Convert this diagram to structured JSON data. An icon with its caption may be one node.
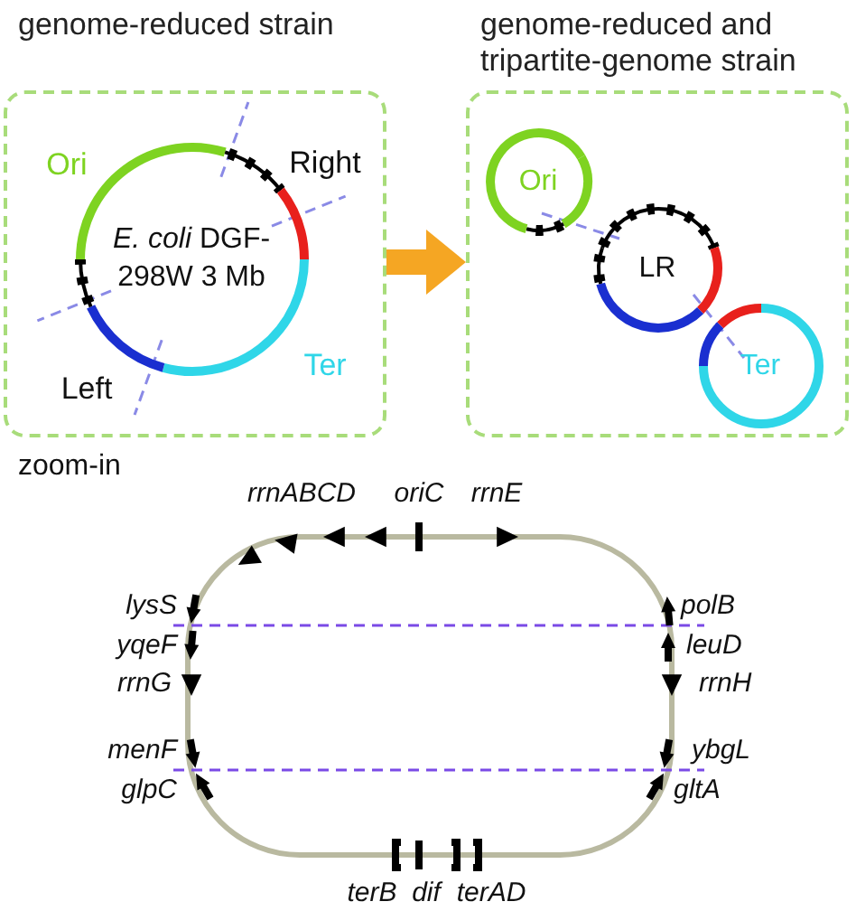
{
  "diagram": {
    "nodes": [
      {
        "text": [
          "genome-reduced strain"
        ]
      },
      {
        "text": [
          "genome-reduced and tripartite-genome strain"
        ]
      },
      {
        "text": [
          "*E. coli* DGF-298W 3 Mb"
        ],
        "in": 0
      },
      {
        "text": [
          "Ori"
        ],
        "in": 1
      },
      {
        "text": [
          "LR"
        ],
        "in": 1
      },
      {
        "text": [
          "Ter"
        ],
        "in": 1
      }
    ],
    "edges": [
      {
        "from": 0,
        "to": 1,
        "arrow": "to"
      }
    ],
    "labels": [
      "Ori",
      "Right",
      "Left",
      "Ter",
      "zoom-in",
      "rrnABCD",
      "oriC",
      "rrnE",
      "lysS",
      "polB",
      "yqeF",
      "leuD",
      "rrnG",
      "rrnH",
      "menF",
      "ybgL",
      "glpC",
      "gltA",
      "terB",
      "dif",
      "terAD"
    ]
  }
}
